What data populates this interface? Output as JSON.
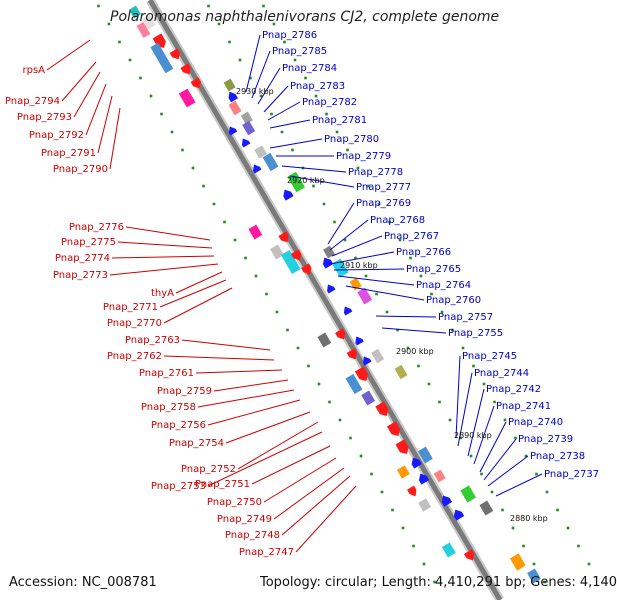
{
  "title": "Polaromonas naphthalenivorans CJ2, complete genome",
  "footer": {
    "accession": "Accession: NC_008781",
    "topology": "Topology: circular; Length: 4,410,291 bp; Genes: 4,140"
  },
  "colors": {
    "forward_label": "#cc0000",
    "reverse_label": "#0000cc",
    "backbone": "#808080",
    "tick": "#228b22",
    "forward_gene": "#ff1a1a",
    "reverse_gene": "#1a1aff"
  },
  "kbp_markers": [
    "2930 kbp",
    "2920 kbp",
    "2910 kbp",
    "2900 kbp",
    "2890 kbp",
    "2880 kbp"
  ],
  "left_labels": [
    "rpsA",
    "Pnap_2794",
    "Pnap_2793",
    "Pnap_2792",
    "Pnap_2791",
    "Pnap_2790",
    "Pnap_2776",
    "Pnap_2775",
    "Pnap_2774",
    "Pnap_2773",
    "thyA",
    "Pnap_2771",
    "Pnap_2770",
    "Pnap_2763",
    "Pnap_2762",
    "Pnap_2761",
    "Pnap_2759",
    "Pnap_2758",
    "Pnap_2756",
    "Pnap_2754",
    "Pnap_2752",
    "Pnap_2753",
    "Pnap_2751",
    "Pnap_2750",
    "Pnap_2749",
    "Pnap_2748",
    "Pnap_2747"
  ],
  "right_labels": [
    "Pnap_2786",
    "Pnap_2785",
    "Pnap_2784",
    "Pnap_2783",
    "Pnap_2782",
    "Pnap_2781",
    "Pnap_2780",
    "Pnap_2779",
    "Pnap_2778",
    "Pnap_2777",
    "Pnap_2769",
    "Pnap_2768",
    "Pnap_2767",
    "Pnap_2766",
    "Pnap_2765",
    "Pnap_2764",
    "Pnap_2760",
    "Pnap_2757",
    "Pnap_2755",
    "Pnap_2745",
    "Pnap_2744",
    "Pnap_2742",
    "Pnap_2741",
    "Pnap_2740",
    "Pnap_2739",
    "Pnap_2738",
    "Pnap_2737"
  ]
}
